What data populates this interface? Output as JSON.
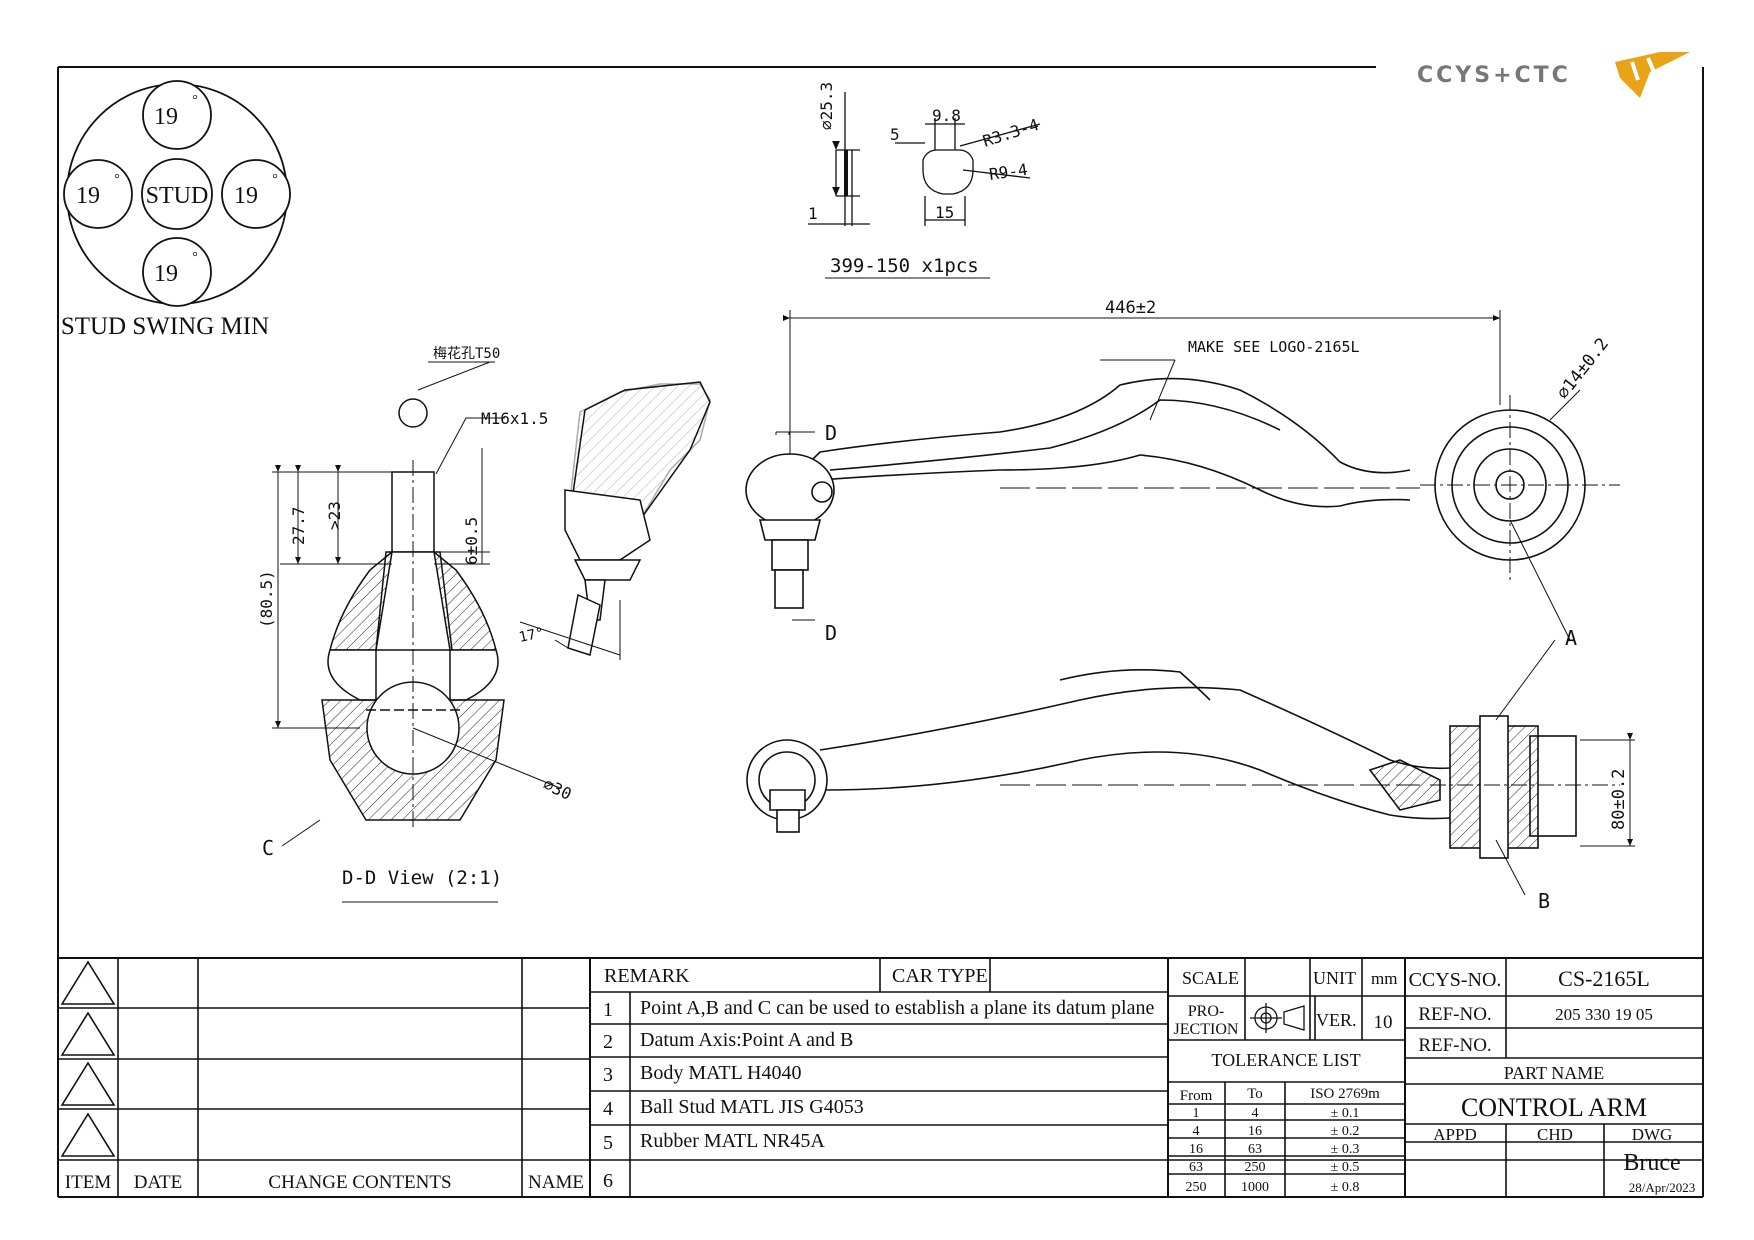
{
  "logo": {
    "text": "CCYS+CTC",
    "accent": "#e8a317"
  },
  "stud_swing": {
    "title": "STUD SWING MIN",
    "center": "STUD",
    "top": "19",
    "left": "19",
    "right": "19",
    "bottom": "19",
    "deg": "°"
  },
  "bushing_detail": {
    "dia": "⌀25.3",
    "thickness": "1",
    "w1": "9.8",
    "w2": "5",
    "r1": "R3.3-4",
    "r2": "R9-4",
    "w3": "15",
    "caption": "399-150  x1pcs"
  },
  "ball_joint": {
    "torx": "梅花孔T50",
    "thread": "M16x1.5",
    "dim_277": "27.7",
    "dim_23": ">23",
    "dim_805": "(80.5)",
    "dim_6": "6±0.5",
    "dim_30": "⌀30",
    "angle": "17°",
    "point_c": "C",
    "view_caption": "D-D  View  (2:1)"
  },
  "arm": {
    "length": "446±2",
    "logo_note": "MAKE  SEE  LOGO-2165L",
    "dia14": "⌀14±0.2",
    "section_d": "D",
    "point_a": "A",
    "point_b": "B",
    "width80": "80±0.2"
  },
  "rev_table": {
    "headers": [
      "ITEM",
      "DATE",
      "CHANGE CONTENTS",
      "NAME"
    ]
  },
  "remark": {
    "label": "REMARK",
    "car_type": "CAR TYPE",
    "items": [
      {
        "n": "1",
        "text": "Point A,B and C can be used to establish a plane its datum plane"
      },
      {
        "n": "2",
        "text": "Datum Axis:Point A and B"
      },
      {
        "n": "3",
        "text": "Body MATL H4040"
      },
      {
        "n": "4",
        "text": "Ball Stud MATL JIS G4053"
      },
      {
        "n": "5",
        "text": "Rubber MATL NR45A"
      },
      {
        "n": "6",
        "text": ""
      }
    ]
  },
  "title_block": {
    "scale": "SCALE",
    "unit": "UNIT",
    "unit_val": "mm",
    "projection": "PRO-\nJECTION",
    "projection_a": "PRO-",
    "projection_b": "JECTION",
    "ver": "VER.",
    "ver_val": "10",
    "tol_title": "TOLERANCE LIST",
    "tol_headers": [
      "From",
      "To",
      "ISO 2769m"
    ],
    "tol_rows": [
      [
        "1",
        "4",
        "± 0.1"
      ],
      [
        "4",
        "16",
        "± 0.2"
      ],
      [
        "16",
        "63",
        "± 0.3"
      ],
      [
        "63",
        "250",
        "± 0.5"
      ],
      [
        "250",
        "1000",
        "± 0.8"
      ]
    ],
    "ccys_no": "CCYS-NO.",
    "ccys_val": "CS-2165L",
    "ref_no": "REF-NO.",
    "ref_val": "205 330 19 05",
    "ref_no2": "REF-NO.",
    "part_name": "PART NAME",
    "part_val": "CONTROL ARM",
    "appd": "APPD",
    "chd": "CHD",
    "dwg": "DWG",
    "drawer": "Bruce",
    "date": "28/Apr/2023"
  }
}
